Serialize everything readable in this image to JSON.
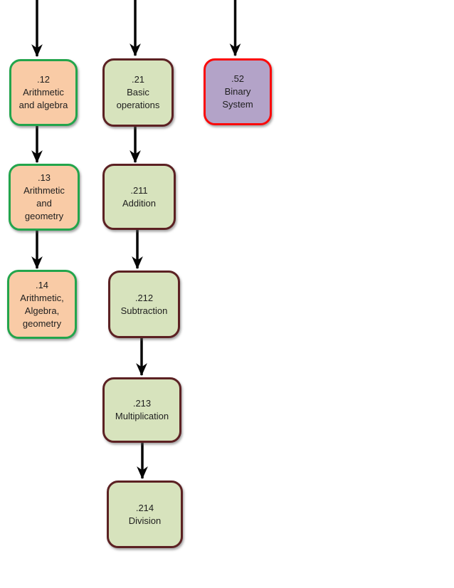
{
  "diagram": {
    "type": "flowchart",
    "background_color": "#ffffff",
    "nodes": [
      {
        "id": ".12",
        "code": ".12",
        "label": "Arithmetic\nand algebra",
        "style": "peach",
        "fill": "#f9cba6",
        "border": "#23a54c"
      },
      {
        "id": ".21",
        "code": ".21",
        "label": "Basic\noperations",
        "style": "olive",
        "fill": "#d7e3bd",
        "border": "#5c2123"
      },
      {
        "id": ".52",
        "code": ".52",
        "label": "Binary\nSystem",
        "style": "purple",
        "fill": "#b3a3c8",
        "border": "#fa0a0a"
      },
      {
        "id": ".13",
        "code": ".13",
        "label": "Arithmetic\nand\ngeometry",
        "style": "peach",
        "fill": "#f9cba6",
        "border": "#23a54c"
      },
      {
        "id": ".211",
        "code": ".211",
        "label": "Addition",
        "style": "olive",
        "fill": "#d7e3bd",
        "border": "#5c2123"
      },
      {
        "id": ".14",
        "code": ".14",
        "label": "Arithmetic,\nAlgebra,\ngeometry",
        "style": "peach",
        "fill": "#f9cba6",
        "border": "#23a54c"
      },
      {
        "id": ".212",
        "code": ".212",
        "label": "Subtraction",
        "style": "olive",
        "fill": "#d7e3bd",
        "border": "#5c2123"
      },
      {
        "id": ".213",
        "code": ".213",
        "label": "Multiplication",
        "style": "olive",
        "fill": "#d7e3bd",
        "border": "#5c2123"
      },
      {
        "id": ".214",
        "code": ".214",
        "label": "Division",
        "style": "olive",
        "fill": "#d7e3bd",
        "border": "#5c2123"
      }
    ],
    "edges": [
      {
        "from": "offscreen-top",
        "to": ".12"
      },
      {
        "from": "offscreen-top",
        "to": ".21"
      },
      {
        "from": "offscreen-top",
        "to": ".52"
      },
      {
        "from": ".12",
        "to": ".13"
      },
      {
        "from": ".13",
        "to": ".14"
      },
      {
        "from": ".21",
        "to": ".211"
      },
      {
        "from": ".211",
        "to": ".212"
      },
      {
        "from": ".212",
        "to": ".213"
      },
      {
        "from": ".213",
        "to": ".214"
      }
    ],
    "colors": {
      "peach_fill": "#f9cba6",
      "green_border": "#23a54c",
      "olive_fill": "#d7e3bd",
      "maroon_border": "#5c2123",
      "purple_fill": "#b3a3c8",
      "red_border": "#fa0a0a",
      "arrow": "#050505",
      "text": "#1e1e1e"
    }
  }
}
